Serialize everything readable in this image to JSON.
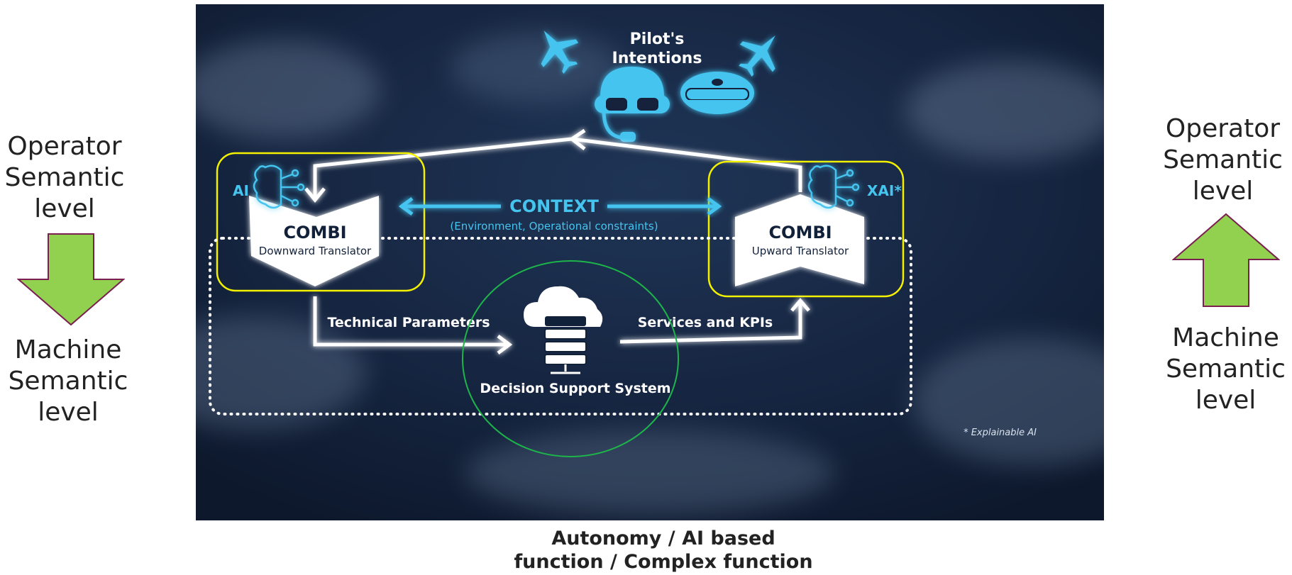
{
  "left_panel": {
    "top_label": [
      "Operator",
      "Semantic",
      "level"
    ],
    "bottom_label": [
      "Machine",
      "Semantic",
      "level"
    ],
    "arrow_direction": "down",
    "arrow_color": "#92d050",
    "arrow_border": "#7a1f4f"
  },
  "right_panel": {
    "top_label": [
      "Operator",
      "Semantic",
      "level"
    ],
    "bottom_label": [
      "Machine",
      "Semantic",
      "level"
    ],
    "arrow_direction": "up",
    "arrow_color": "#92d050",
    "arrow_border": "#7a1f4f"
  },
  "diagram": {
    "background": "#12213a",
    "glow_color": "#29b6e8",
    "pilot_intentions": [
      "Pilot's",
      "Intentions"
    ],
    "ai_tag": "AI",
    "xai_tag": "XAI*",
    "context_label": "CONTEXT",
    "context_sub": "(Environment, Operational constraints)",
    "down_translator": {
      "title": "COMBI",
      "subtitle": "Downward Translator"
    },
    "up_translator": {
      "title": "COMBI",
      "subtitle": "Upward Translator"
    },
    "technical_parameters": "Technical Parameters",
    "services_kpis": "Services and KPIs",
    "decision_support": "Decision Support System",
    "footnote": "* Explainable AI",
    "highlight_box_color": "#f4f100",
    "highlight_circle_color": "#1db54a",
    "icons": [
      "jet-icon",
      "pilot-helmet-icon",
      "pilot-cap-icon",
      "airplane-icon",
      "ai-brain-icon",
      "xai-brain-icon",
      "cloud-server-icon"
    ]
  },
  "caption": {
    "line1": "Autonomy / AI based",
    "line2": "function / Complex function"
  }
}
